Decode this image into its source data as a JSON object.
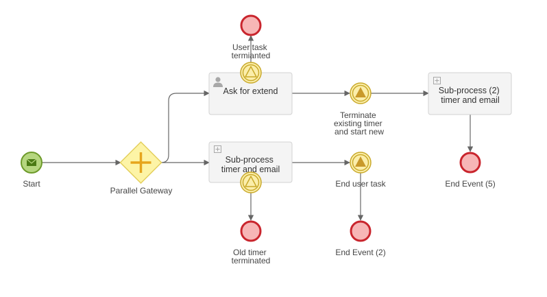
{
  "colors": {
    "flow": "#666666",
    "task_fill": "#f4f4f4",
    "task_stroke": "#d2d2d2",
    "start_fill": "#b5d67f",
    "start_stroke": "#6d9a2a",
    "end_fill": "#f7b6b6",
    "end_stroke": "#c9252d",
    "inter_fill": "#fbeeaa",
    "inter_stroke": "#c9a92a",
    "gateway_fill": "#fdf4a6",
    "gateway_stroke": "#e4cf5c",
    "gateway_plus": "#e6a51c",
    "icon": "#a8a8a8"
  },
  "events": {
    "start": {
      "label": "Start",
      "icon": "envelope-icon"
    },
    "end_user_task_terminated": {
      "label_lines": [
        "User task",
        "termianted"
      ]
    },
    "end_old_timer": {
      "label_lines": [
        "Old timer",
        "terminated"
      ]
    },
    "end_event_2": {
      "label_lines": [
        "End Event (2)"
      ]
    },
    "end_event_5": {
      "label_lines": [
        "End Event (5)"
      ]
    },
    "signal_terminate": {
      "label_lines": [
        "Terminate",
        "existing timer",
        "and start new"
      ],
      "icon": "signal-triangle-icon"
    },
    "signal_end_user_task": {
      "label_lines": [
        "End user task"
      ],
      "icon": "signal-triangle-icon"
    },
    "boundary_ask": {
      "icon": "signal-outline-icon"
    },
    "boundary_sub": {
      "icon": "signal-outline-icon"
    }
  },
  "gateway": {
    "label": "Parallel Gateway",
    "icon": "plus-icon"
  },
  "tasks": {
    "ask_for_extend": {
      "label_lines": [
        "Ask for extend"
      ],
      "icon": "user-icon"
    },
    "sub_process": {
      "label_lines": [
        "Sub-process",
        "timer and email"
      ],
      "icon": "expand-icon"
    },
    "sub_process_2": {
      "label_lines": [
        "Sub-process (2)",
        "timer and email"
      ],
      "icon": "expand-icon"
    }
  }
}
